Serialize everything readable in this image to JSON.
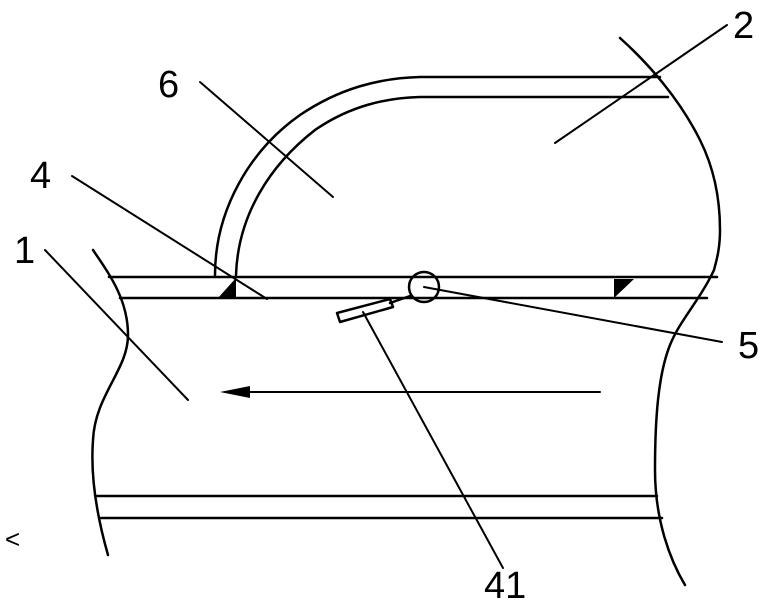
{
  "labels": {
    "l1": "1",
    "l2": "2",
    "l4": "4",
    "l5": "5",
    "l6": "6",
    "l41": "41",
    "corner": "<"
  },
  "colors": {
    "line": "#000000",
    "background": "#ffffff"
  }
}
